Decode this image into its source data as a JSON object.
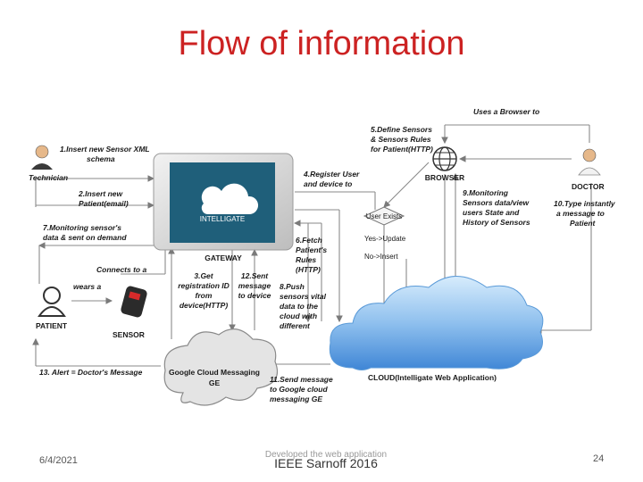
{
  "slide": {
    "title": "Flow of information",
    "date": "6/4/2021",
    "footer_small": "Developed the web application",
    "footer_main": "IEEE Sarnoff 2016",
    "page_number": "24"
  },
  "diagram": {
    "technician": "Technician",
    "patient": "PATIENT",
    "sensor": "SENSOR",
    "gateway": "GATEWAY",
    "browser": "BROWSER",
    "doctor": "DOCTOR",
    "cloud": "CLOUD(Intelligate Web Application)",
    "gcm": [
      "Google Cloud Messaging",
      "GE"
    ],
    "logo_text": "INTELLIGATE",
    "user_exists": "User Exists",
    "yes_update": "Yes->Update",
    "no_insert": "No->Insert",
    "steps": {
      "s1": [
        "1.Insert new Sensor XML",
        "schema"
      ],
      "s2": [
        "2.Insert new",
        "Patient(email)"
      ],
      "s3": [
        "3.Get",
        "registration ID",
        "from",
        "device(HTTP)"
      ],
      "s4": [
        "4.Register User",
        "and device to"
      ],
      "s5": [
        "5.Define Sensors",
        "& Sensors Rules",
        "for Patient(HTTP)"
      ],
      "s6": [
        "6.Fetch",
        "Patient's",
        "Rules",
        "(HTTP)"
      ],
      "s7": [
        "7.Monitoring sensor's",
        "data & sent on demand"
      ],
      "s8": [
        "8.Push",
        "sensors vital",
        "data to the",
        "cloud with",
        "different"
      ],
      "s9": [
        "9.Monitoring",
        "Sensors data/view",
        "users State and",
        "History of Sensors"
      ],
      "s10": [
        "10.Type instantly",
        "a message to",
        "Patient"
      ],
      "s11": [
        "11.Send message",
        "to Google cloud",
        "messaging GE"
      ],
      "s12": [
        "12.Sent",
        "message",
        "to device"
      ],
      "s13": "13. Alert = Doctor's Message",
      "connects": "Connects to a",
      "wears": "wears a",
      "uses_browser": "Uses a Browser to"
    }
  },
  "colors": {
    "title": "#cc2222",
    "logo_bg": "#1f5f7a",
    "cloud_top": "#cfe6fb",
    "cloud_bottom": "#4a90d9",
    "arrow": "#7a7a7a"
  }
}
